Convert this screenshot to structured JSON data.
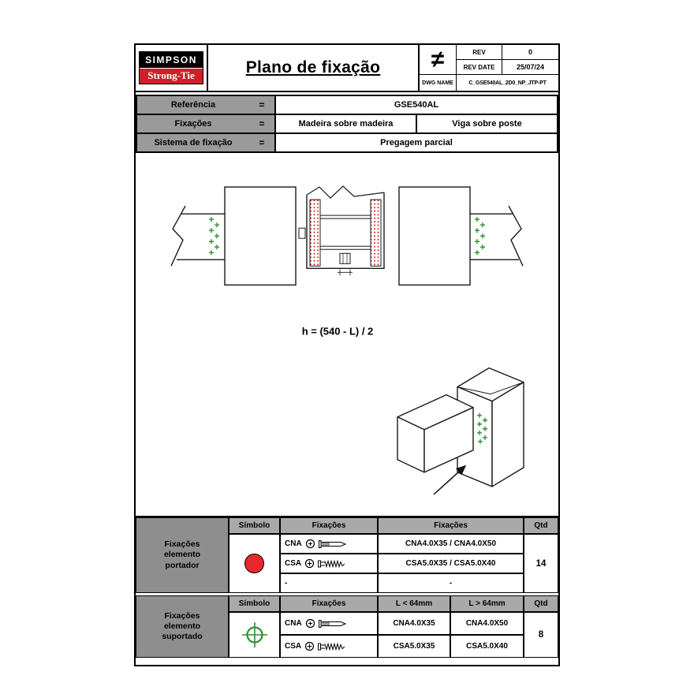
{
  "colors": {
    "brand_red": "#cc2128",
    "symbol_red": "#e8282c",
    "symbol_green": "#2f8f2f",
    "nail_dot_red": "#dd2222",
    "label_gray": "#9a9a9a",
    "header_gray": "#a9a9a9",
    "side_gray": "#8e8e8e"
  },
  "header": {
    "brand_top": "SIMPSON",
    "brand_bottom": "Strong-Tie",
    "title": "Plano de fixação",
    "symbol": "≠",
    "rev_label": "REV",
    "rev_value": "0",
    "rev_date_label": "REV DATE",
    "rev_date_value": "25/07/24",
    "dwg_label": "DWG NAME",
    "dwg_value": "C_GSE540AL_2D0_NP_JTP-PT"
  },
  "info": {
    "reference_label": "Referência",
    "reference_eq": "=",
    "reference_value": "GSE540AL",
    "fixings_label": "Fixações",
    "fixings_eq": "=",
    "fixings_value_1": "Madeira sobre madeira",
    "fixings_value_2": "Viga sobre poste",
    "system_label": "Sistema de fixação",
    "system_eq": "=",
    "system_value": "Pregagem parcial"
  },
  "drawing": {
    "formula": "h = (540 - L) / 2"
  },
  "table_portador": {
    "side_label": "Fixações\nelemento\nportador",
    "headers": [
      "Símbolo",
      "Fixações",
      "Fixações",
      "Qtd"
    ],
    "symbol": "red-filled-circle",
    "rows": [
      {
        "code": "CNA",
        "desc": "CNA4.0X35 / CNA4.0X50"
      },
      {
        "code": "CSA",
        "desc": "CSA5.0X35 / CSA5.0X40"
      },
      {
        "code": "-",
        "desc": "-"
      }
    ],
    "qty": "14"
  },
  "table_suportado": {
    "side_label": "Fixações\nelemento\nsuportado",
    "headers": [
      "Símbolo",
      "Fixações",
      "L < 64mm",
      "L > 64mm",
      "Qtd"
    ],
    "symbol": "green-crosshair",
    "rows": [
      {
        "code": "CNA",
        "short": "CNA4.0X35",
        "long": "CNA4.0X50"
      },
      {
        "code": "CSA",
        "short": "CSA5.0X35",
        "long": "CSA5.0X40"
      }
    ],
    "qty": "8"
  },
  "icons": {
    "cna_head": "round-nail-head-icon",
    "cna_side": "ring-shank-nail-icon",
    "csa_head": "screw-head-icon",
    "csa_side": "wood-screw-icon"
  }
}
